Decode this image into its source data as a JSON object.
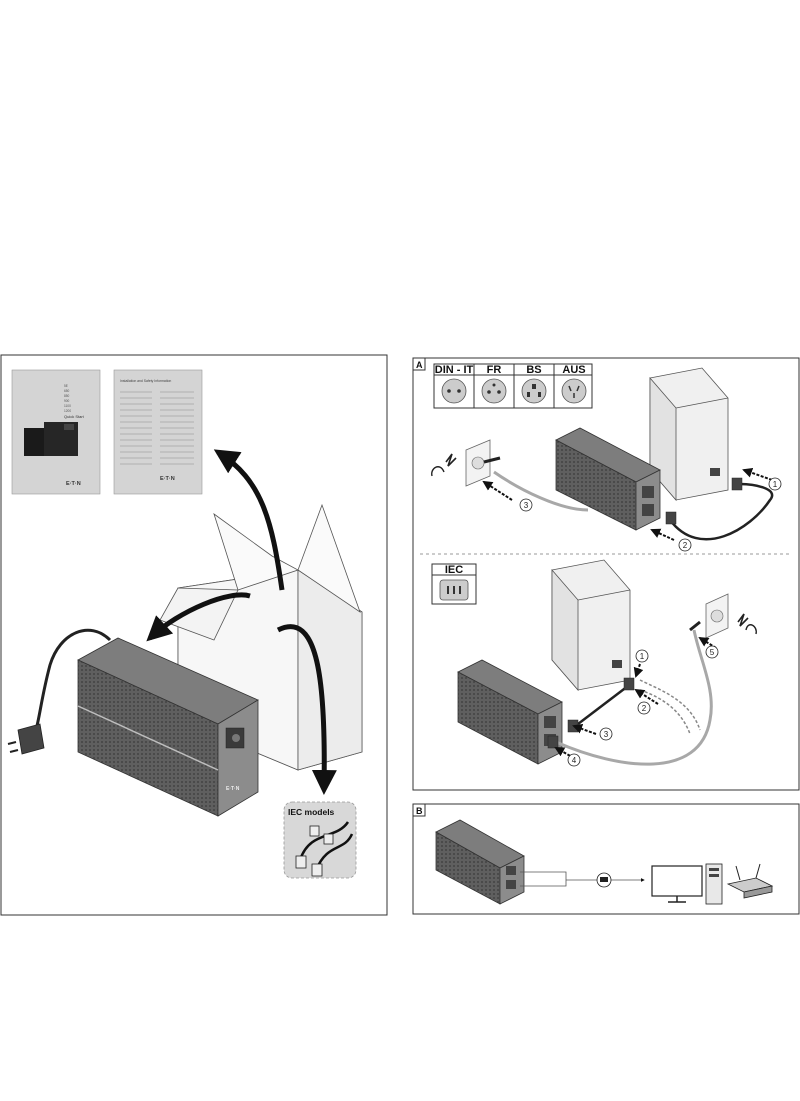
{
  "booklets": {
    "quick_start": {
      "models": [
        "5E",
        "650",
        "850",
        "900",
        "1100",
        "1200"
      ],
      "title": "Quick Start",
      "brand": "E·T·N"
    },
    "safety": {
      "title": "Installation and Safety Information",
      "brand": "E·T·N"
    }
  },
  "unit_brand": "E·T·N",
  "iec_models_label": "IEC models",
  "panel_a": {
    "tag": "A",
    "socket_types": [
      "DIN - IT",
      "FR",
      "BS",
      "AUS"
    ],
    "iec_label": "IEC",
    "upper_steps": [
      "1",
      "2",
      "3"
    ],
    "lower_steps": [
      "1",
      "2",
      "3",
      "4",
      "5"
    ]
  },
  "panel_b": {
    "tag": "B"
  },
  "colors": {
    "frame": "#333333",
    "unit_dark": "#5f5f5f",
    "unit_light": "#8a8a8a",
    "box": "#ffffff",
    "tower": "#ececec",
    "cable": "#222222",
    "grey_cable": "#a8a8a8",
    "iec_bg": "#d8d8d8"
  }
}
